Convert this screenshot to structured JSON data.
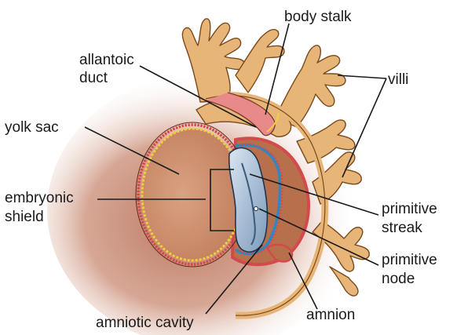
{
  "labels": {
    "body_stalk": "body stalk",
    "allantoic_duct": [
      "allantoic",
      "duct"
    ],
    "villi": "villi",
    "yolk_sac": "yolk sac",
    "embryonic_shield": [
      "embryonic",
      "shield"
    ],
    "primitive_streak": [
      "primitive",
      "streak"
    ],
    "primitive_node": [
      "primitive",
      "node"
    ],
    "amniotic_cavity": "amniotic cavity",
    "amnion": "amnion"
  },
  "colors": {
    "chorion_tan": "#e8b578",
    "chorion_outline": "#7a4a1c",
    "sac_brown": "#c98a62",
    "sac_shadow": "#a8623c",
    "mesoderm_red": "#d24a4a",
    "endoderm_yellow": "#f2cf3a",
    "ectoderm_blue": "#2f86c6",
    "embryo_blue": "#a9bfd6"
  }
}
